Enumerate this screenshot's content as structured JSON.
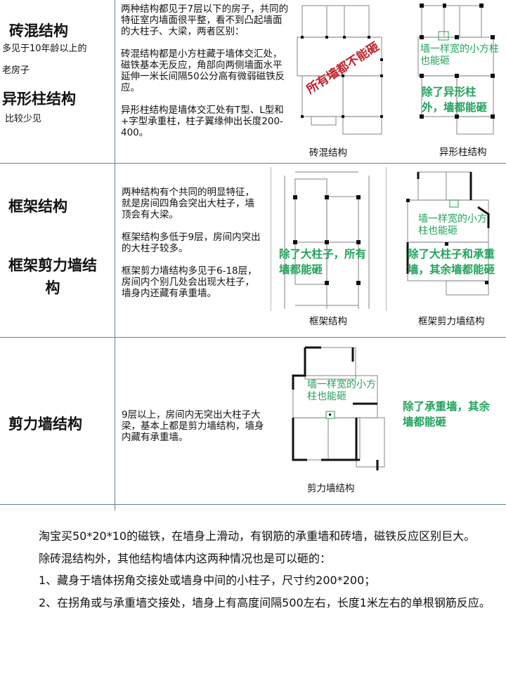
{
  "rows": [
    {
      "left": {
        "title1": "砖混结构",
        "note1a": "多见于10年龄以上的",
        "note1b": "老房子",
        "title2": "异形柱结构",
        "note2": "比较少见"
      },
      "paragraphs": [
        "两种结构都见于7层以下的房子，共同的特征室内墙面很平整，看不到凸起墙面的大柱子、大梁，两者区别：",
        "砖混结构都是小方柱藏于墙体交汇处，磁铁基本无反应，角部向两侧墙面水平延伸一米长间隔50公分高有微弱磁铁反应。",
        "异形柱结构是墙体交汇处有T型、L型和+字型承重柱，柱子翼缘伸出长度200-400。"
      ],
      "plans": [
        {
          "caption": "砖混结构",
          "overlay_red": "所有墙都不能砸"
        },
        {
          "caption": "异形柱结构",
          "note_small": "墙一样宽的小方柱也能砸",
          "note_big": "除了异形柱外，墙都能砸"
        }
      ]
    },
    {
      "left": {
        "title1": "框架结构",
        "title2": "框架剪力墙结构"
      },
      "paragraphs": [
        "两种结构有个共同的明显特征，就是房间四角会突出大柱子，墙顶会有大梁。",
        "框架结构多低于9层，房间内突出的大柱子较多。",
        "框架剪力墙结构多见于6-18层，房间内个别几处会出现大柱子，墙身内还藏有承重墙。"
      ],
      "plans": [
        {
          "caption": "框架结构",
          "note_big": "除了大柱子，所有墙都能砸"
        },
        {
          "caption": "框架剪力墙结构",
          "note_small": "墙一样宽的小方柱也能砸",
          "note_big": "除了大柱子和承重墙，其余墙都能砸"
        }
      ]
    },
    {
      "left": {
        "title1": "剪力墙结构"
      },
      "paragraphs": [
        "9层以上，房间内无突出大柱子大梁，基本上都是剪力墙结构，墙身内藏有承重墙。"
      ],
      "plans": [
        {
          "caption": "剪力墙结构",
          "note_small": "墙一样宽的小方柱也能砸",
          "note_big": "除了承重墙，其余墙都能砸"
        }
      ]
    }
  ],
  "bottom": [
    "淘宝买50*20*10的磁铁，在墙身上滑动，有钢筋的承重墙和砖墙，磁铁反应区别巨大。",
    "除砖混结构外，其他结构墙体内这两种情况也是可以砸的：",
    "1、藏身于墙体拐角交接处或墙身中间的小柱子，尺寸约200*200；",
    "2、在拐角或与承重墙交接处，墙身上有高度间隔500左右，长度1米左右的单根钢筋反应。"
  ],
  "colors": {
    "green": "#21a35a",
    "red": "#c0202a",
    "rule": "#6b7f90"
  }
}
